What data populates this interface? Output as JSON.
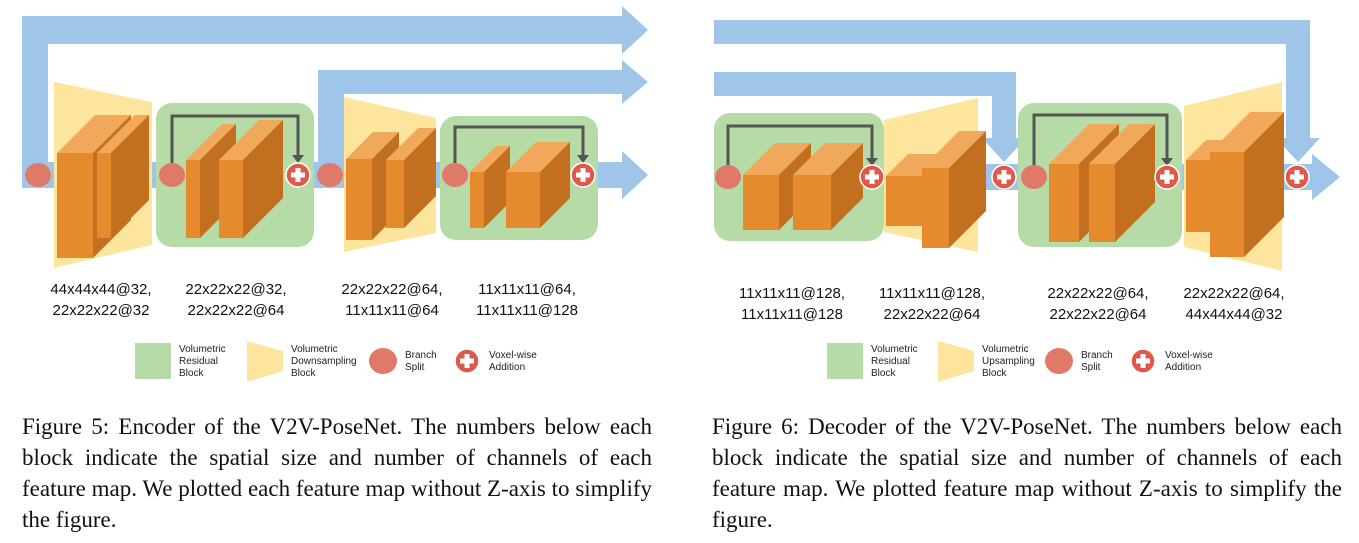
{
  "colors": {
    "skip_arrow": "#9fc5e8",
    "residual_block": "#b7dba7",
    "sampling_block": "#fde59d",
    "feature_front": "#e68a2e",
    "feature_top": "#f0a95b",
    "feature_side": "#c26f1f",
    "branch_split": "#e07a68",
    "voxel_add": "#e0584a",
    "connector": "#555555"
  },
  "encoder": {
    "labels": [
      [
        "44x44x44@32,",
        "22x22x22@32"
      ],
      [
        "22x22x22@32,",
        "22x22x22@64"
      ],
      [
        "22x22x22@64,",
        "11x11x11@64"
      ],
      [
        "11x11x11@64,",
        "11x11x11@128"
      ]
    ],
    "legend": [
      {
        "type": "residual",
        "lines": [
          "Volumetric",
          "Residual",
          "Block"
        ]
      },
      {
        "type": "sampling",
        "lines": [
          "Volumetric",
          "Downsampling",
          "Block"
        ]
      },
      {
        "type": "split",
        "lines": [
          "Branch",
          "Split"
        ]
      },
      {
        "type": "add",
        "lines": [
          "Voxel-wise",
          "Addition"
        ]
      }
    ],
    "caption": "Figure 5: Encoder of the V2V-PoseNet. The numbers below each block indicate the spatial size and number of channels of each feature map. We plotted each feature map without Z-axis to simplify the figure."
  },
  "decoder": {
    "labels": [
      [
        "11x11x11@128,",
        "11x11x11@128"
      ],
      [
        "11x11x11@128,",
        "22x22x22@64"
      ],
      [
        "22x22x22@64,",
        "22x22x22@64"
      ],
      [
        "22x22x22@64,",
        "44x44x44@32"
      ]
    ],
    "legend": [
      {
        "type": "residual",
        "lines": [
          "Volumetric",
          "Residual",
          "Block"
        ]
      },
      {
        "type": "sampling",
        "lines": [
          "Volumetric",
          "Upsampling",
          "Block"
        ]
      },
      {
        "type": "split",
        "lines": [
          "Branch",
          "Split"
        ]
      },
      {
        "type": "add",
        "lines": [
          "Voxel-wise",
          "Addition"
        ]
      }
    ],
    "caption": "Figure 6: Decoder of the V2V-PoseNet. The numbers below each block indicate the spatial size and number of channels of each feature map. We plotted feature map without Z-axis to simplify the figure."
  }
}
